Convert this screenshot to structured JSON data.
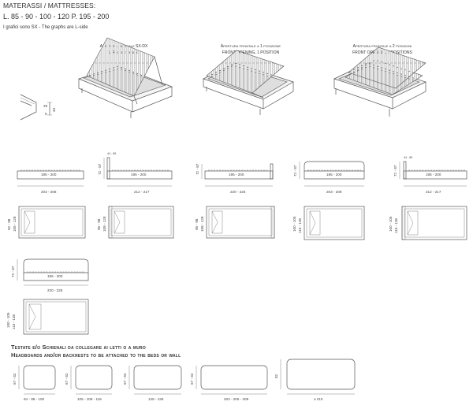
{
  "header": {
    "title": "MATERASSI / MATTRESSES:",
    "sizes": "L. 85 - 90 - 100 - 120    P. 195 - 200",
    "note": "I grafici sono SX  -  The graphs are L-side"
  },
  "views": [
    {
      "it": "Apertura laterale SX-DX",
      "en": "L-R side opening"
    },
    {
      "it": "Apertura frontale a 1 posizione",
      "en": "FRONT OPENING, 1 POSITION"
    },
    {
      "it": "Apertura frontale a 2 posizioni",
      "en": "FRONT OPENING, 2 POSITIONS"
    }
  ],
  "cut_dims": {
    "a": "29",
    "b": "5",
    "c": "34"
  },
  "top_row": [
    {
      "inner": "195 - 200",
      "outer": "203 - 208",
      "height": "",
      "top": ""
    },
    {
      "inner": "195 - 200",
      "outer": "212 - 217",
      "height": "72 - 87",
      "top": "44 - 85"
    },
    {
      "inner": "195 - 200",
      "outer": "220 - 225",
      "height": "72 - 87",
      "top": ""
    },
    {
      "inner": "195 - 200",
      "outer": "203 - 208",
      "height": "72 - 87",
      "top": ""
    },
    {
      "inner": "195 - 200",
      "outer": "212 - 217",
      "height": "72 - 87",
      "top": "44 - 85"
    }
  ],
  "plan_row": [
    {
      "w1": "92 - 98",
      "w2": "105 - 128"
    },
    {
      "w1": "95 - 98",
      "w2": "108 - 128"
    },
    {
      "w1": "95 - 98",
      "w2": "108 - 128"
    },
    {
      "w1": "100 - 105",
      "w2": "110 - 135"
    },
    {
      "w1": "100 - 105",
      "w2": "110 - 135"
    }
  ],
  "extra": {
    "inner": "195 - 200",
    "outer": "220 - 225",
    "height": "72 - 87",
    "w1": "100 - 105",
    "w2": "110 - 135"
  },
  "section": {
    "it": "Testate e/o Schienali da collegare ai letti o a muro",
    "en": "Headboards and/or backrests to be attached to the beds or wall"
  },
  "headboards": [
    {
      "h": "67 - 82",
      "w": "94 - 98 - 100"
    },
    {
      "h": "67 - 82",
      "w": "105 - 108 - 116"
    },
    {
      "h": "67 - 82",
      "w": "128 - 135"
    },
    {
      "h": "67 - 82",
      "w": "203 - 205 - 208"
    },
    {
      "h": "82",
      "w": "≥ 210"
    }
  ]
}
